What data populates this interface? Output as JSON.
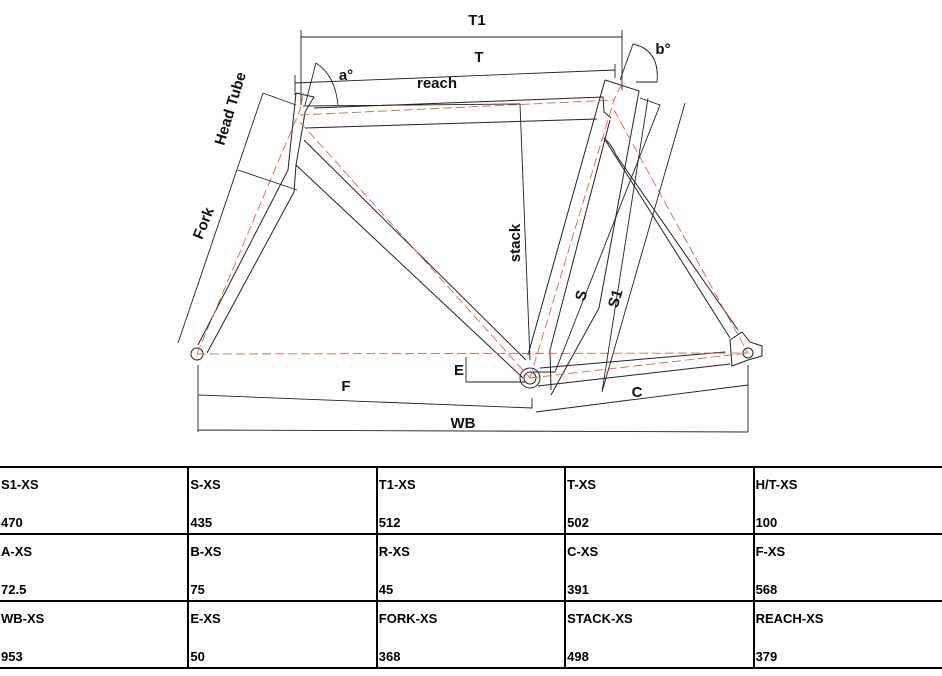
{
  "diagram": {
    "labels": {
      "t1": "T1",
      "t": "T",
      "a": "a°",
      "b": "b°",
      "reach": "reach",
      "head_tube": "Head Tube",
      "fork": "Fork",
      "stack": "stack",
      "s": "S",
      "s1": "S1",
      "e": "E",
      "f": "F",
      "c": "C",
      "wb": "WB"
    }
  },
  "table": {
    "rows": [
      [
        {
          "label": "S1-XS",
          "value": "470"
        },
        {
          "label": "S-XS",
          "value": "435"
        },
        {
          "label": "T1-XS",
          "value": "512"
        },
        {
          "label": "T-XS",
          "value": "502"
        },
        {
          "label": "H/T-XS",
          "value": "100"
        }
      ],
      [
        {
          "label": "A-XS",
          "value": "72.5"
        },
        {
          "label": "B-XS",
          "value": "75"
        },
        {
          "label": "R-XS",
          "value": "45"
        },
        {
          "label": "C-XS",
          "value": "391"
        },
        {
          "label": "F-XS",
          "value": "568"
        }
      ],
      [
        {
          "label": "WB-XS",
          "value": "953"
        },
        {
          "label": "E-XS",
          "value": "50"
        },
        {
          "label": "FORK-XS",
          "value": "368"
        },
        {
          "label": "STACK-XS",
          "value": "498"
        },
        {
          "label": "REACH-XS",
          "value": "379"
        }
      ]
    ]
  }
}
